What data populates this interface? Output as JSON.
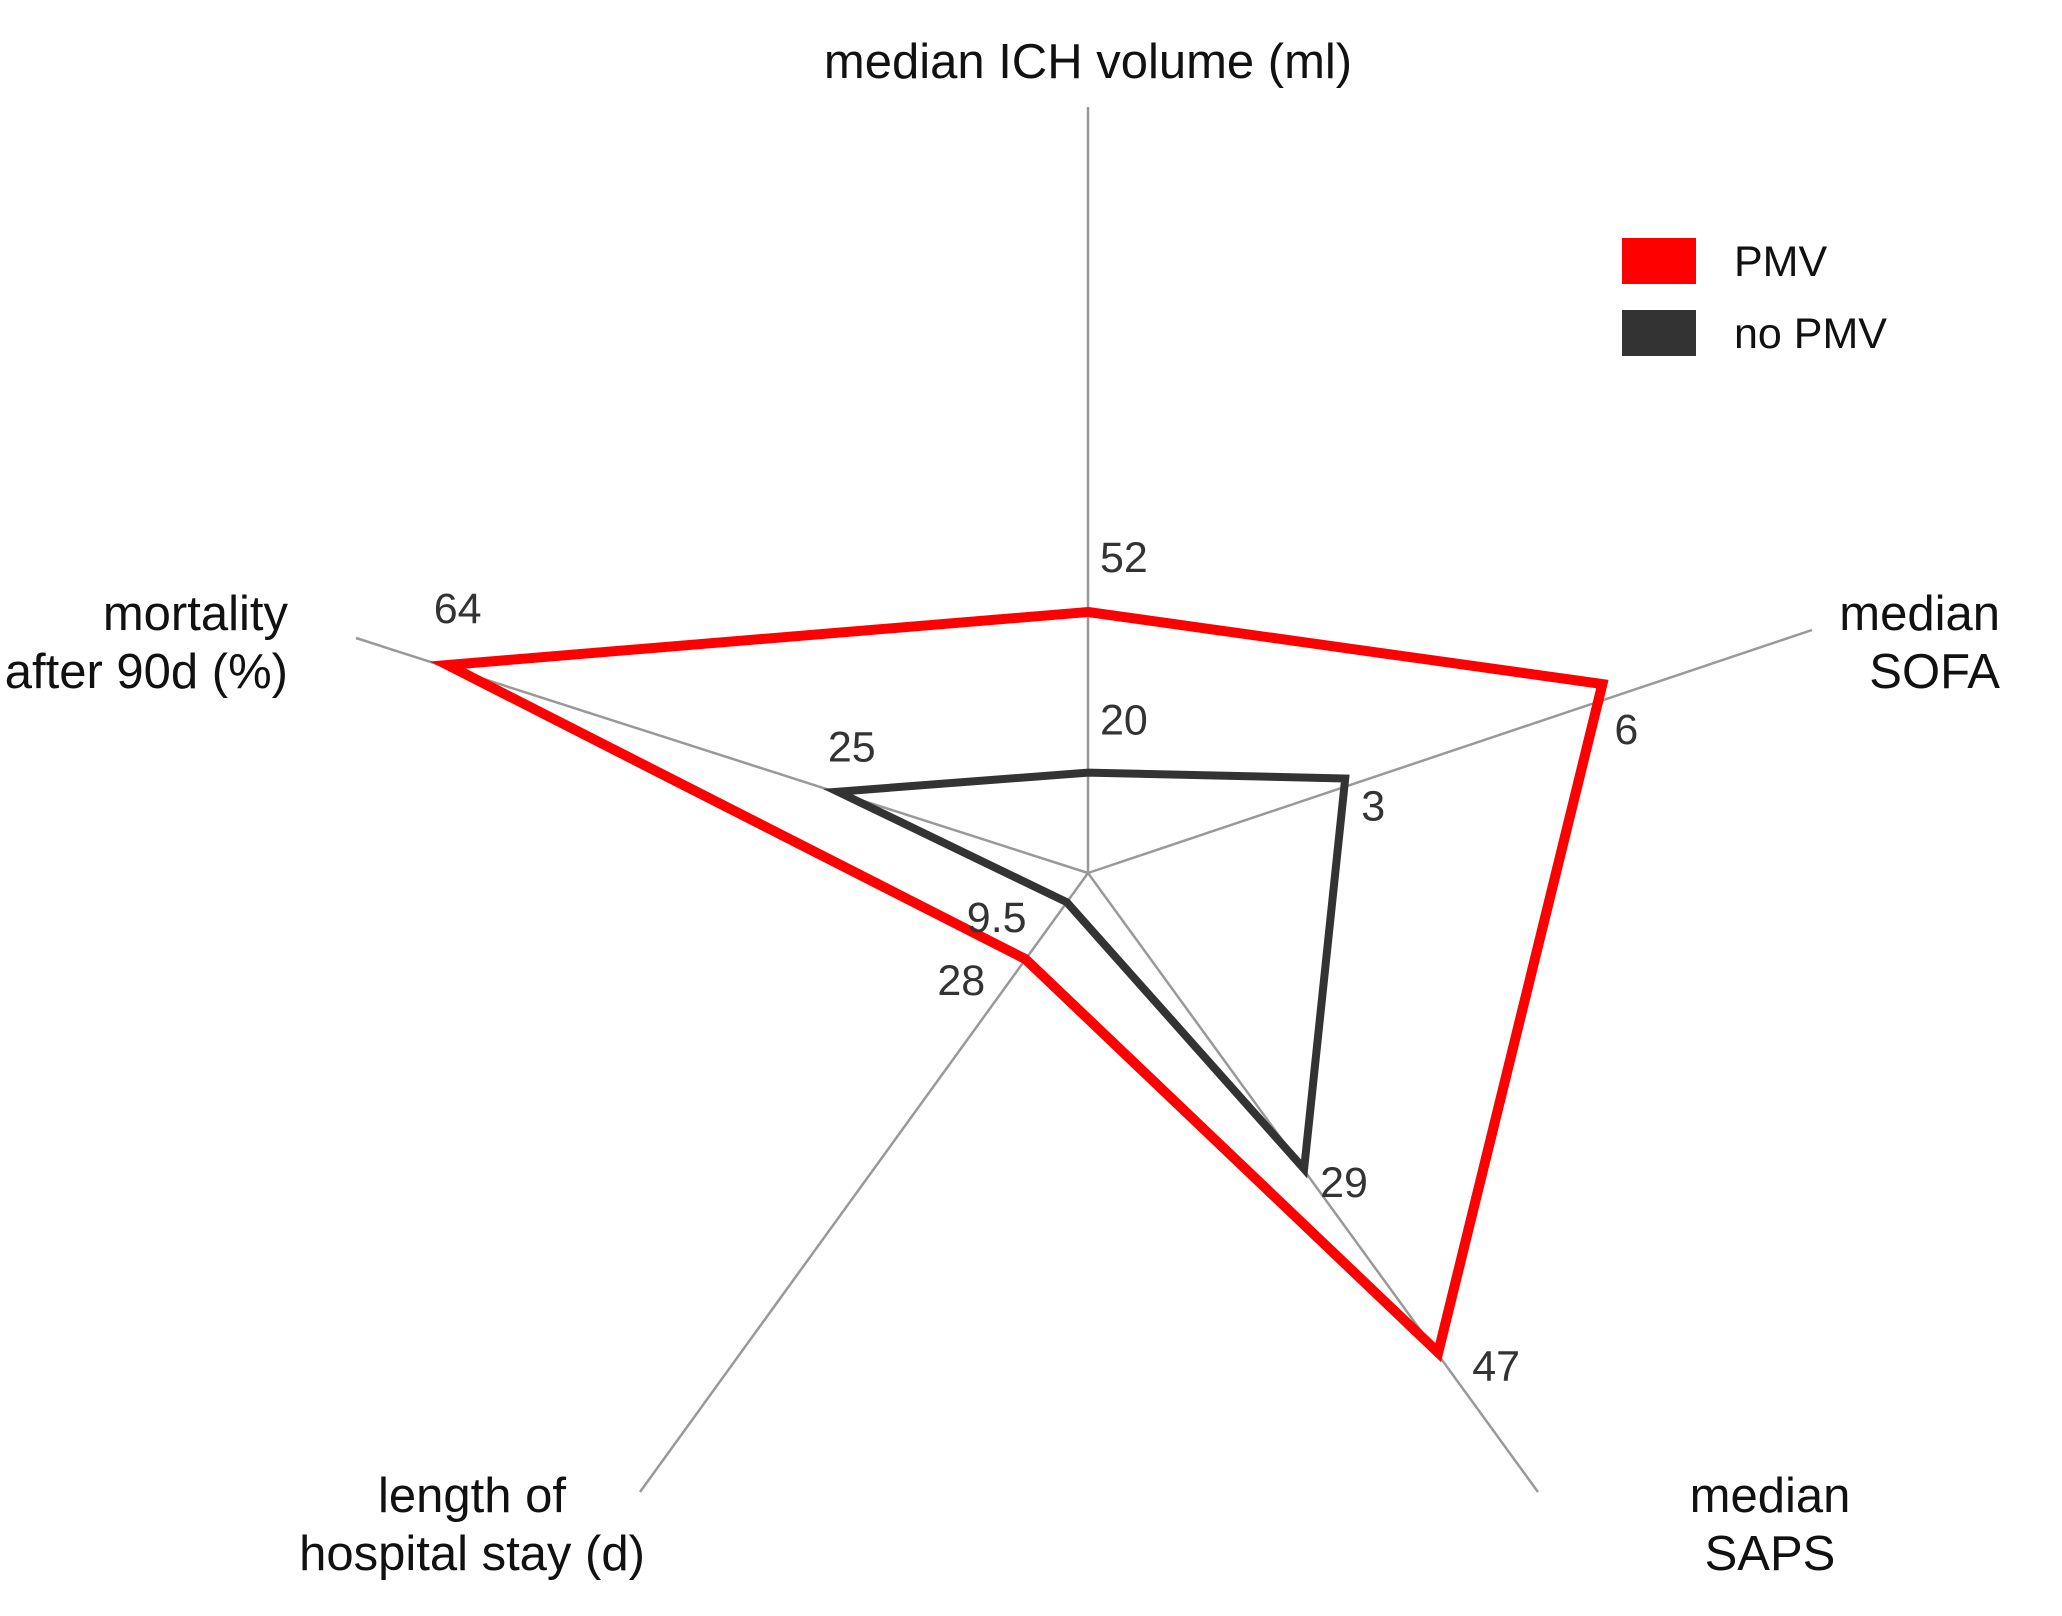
{
  "chart_data": {
    "type": "radar",
    "axes": [
      {
        "key": "ich",
        "label_lines": [
          "median ICH volume (ml)"
        ]
      },
      {
        "key": "sofa",
        "label_lines": [
          "median",
          "SOFA"
        ]
      },
      {
        "key": "saps",
        "label_lines": [
          "median",
          "SAPS"
        ]
      },
      {
        "key": "los",
        "label_lines": [
          "length of",
          "hospital stay (d)"
        ]
      },
      {
        "key": "mortality",
        "label_lines": [
          "mortality",
          "after 90d (%)"
        ]
      }
    ],
    "series": [
      {
        "name": "PMV",
        "color": "#ff0000",
        "values": [
          52,
          6,
          47,
          28,
          64
        ],
        "value_labels": [
          "52",
          "6",
          "47",
          "28",
          "64"
        ]
      },
      {
        "name": "no PMV",
        "color": "#333333",
        "values": [
          20,
          3,
          29,
          9.5,
          25
        ],
        "value_labels": [
          "20",
          "3",
          "29",
          "9.5",
          "25"
        ]
      }
    ],
    "legend_position": "top-right",
    "axis_color": "#999999"
  }
}
